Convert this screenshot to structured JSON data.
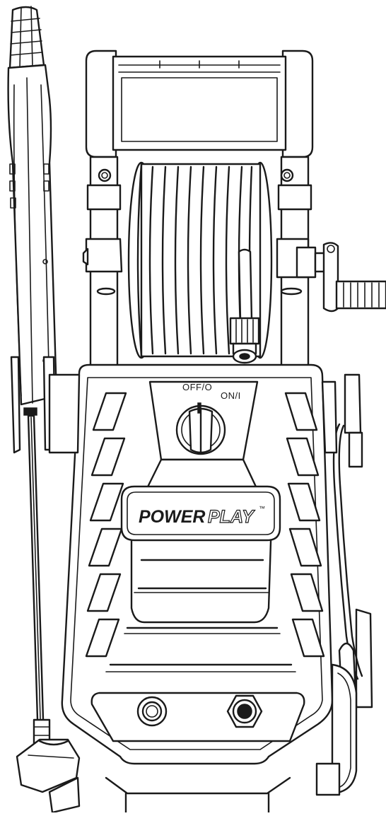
{
  "switch": {
    "off_label": "OFF/O",
    "on_label": "ON/I"
  },
  "brand": {
    "name_bold": "POWER",
    "name_outline": "PLAY",
    "trademark": "™"
  },
  "colors": {
    "line": "#1a1a1a",
    "background": "#ffffff"
  }
}
